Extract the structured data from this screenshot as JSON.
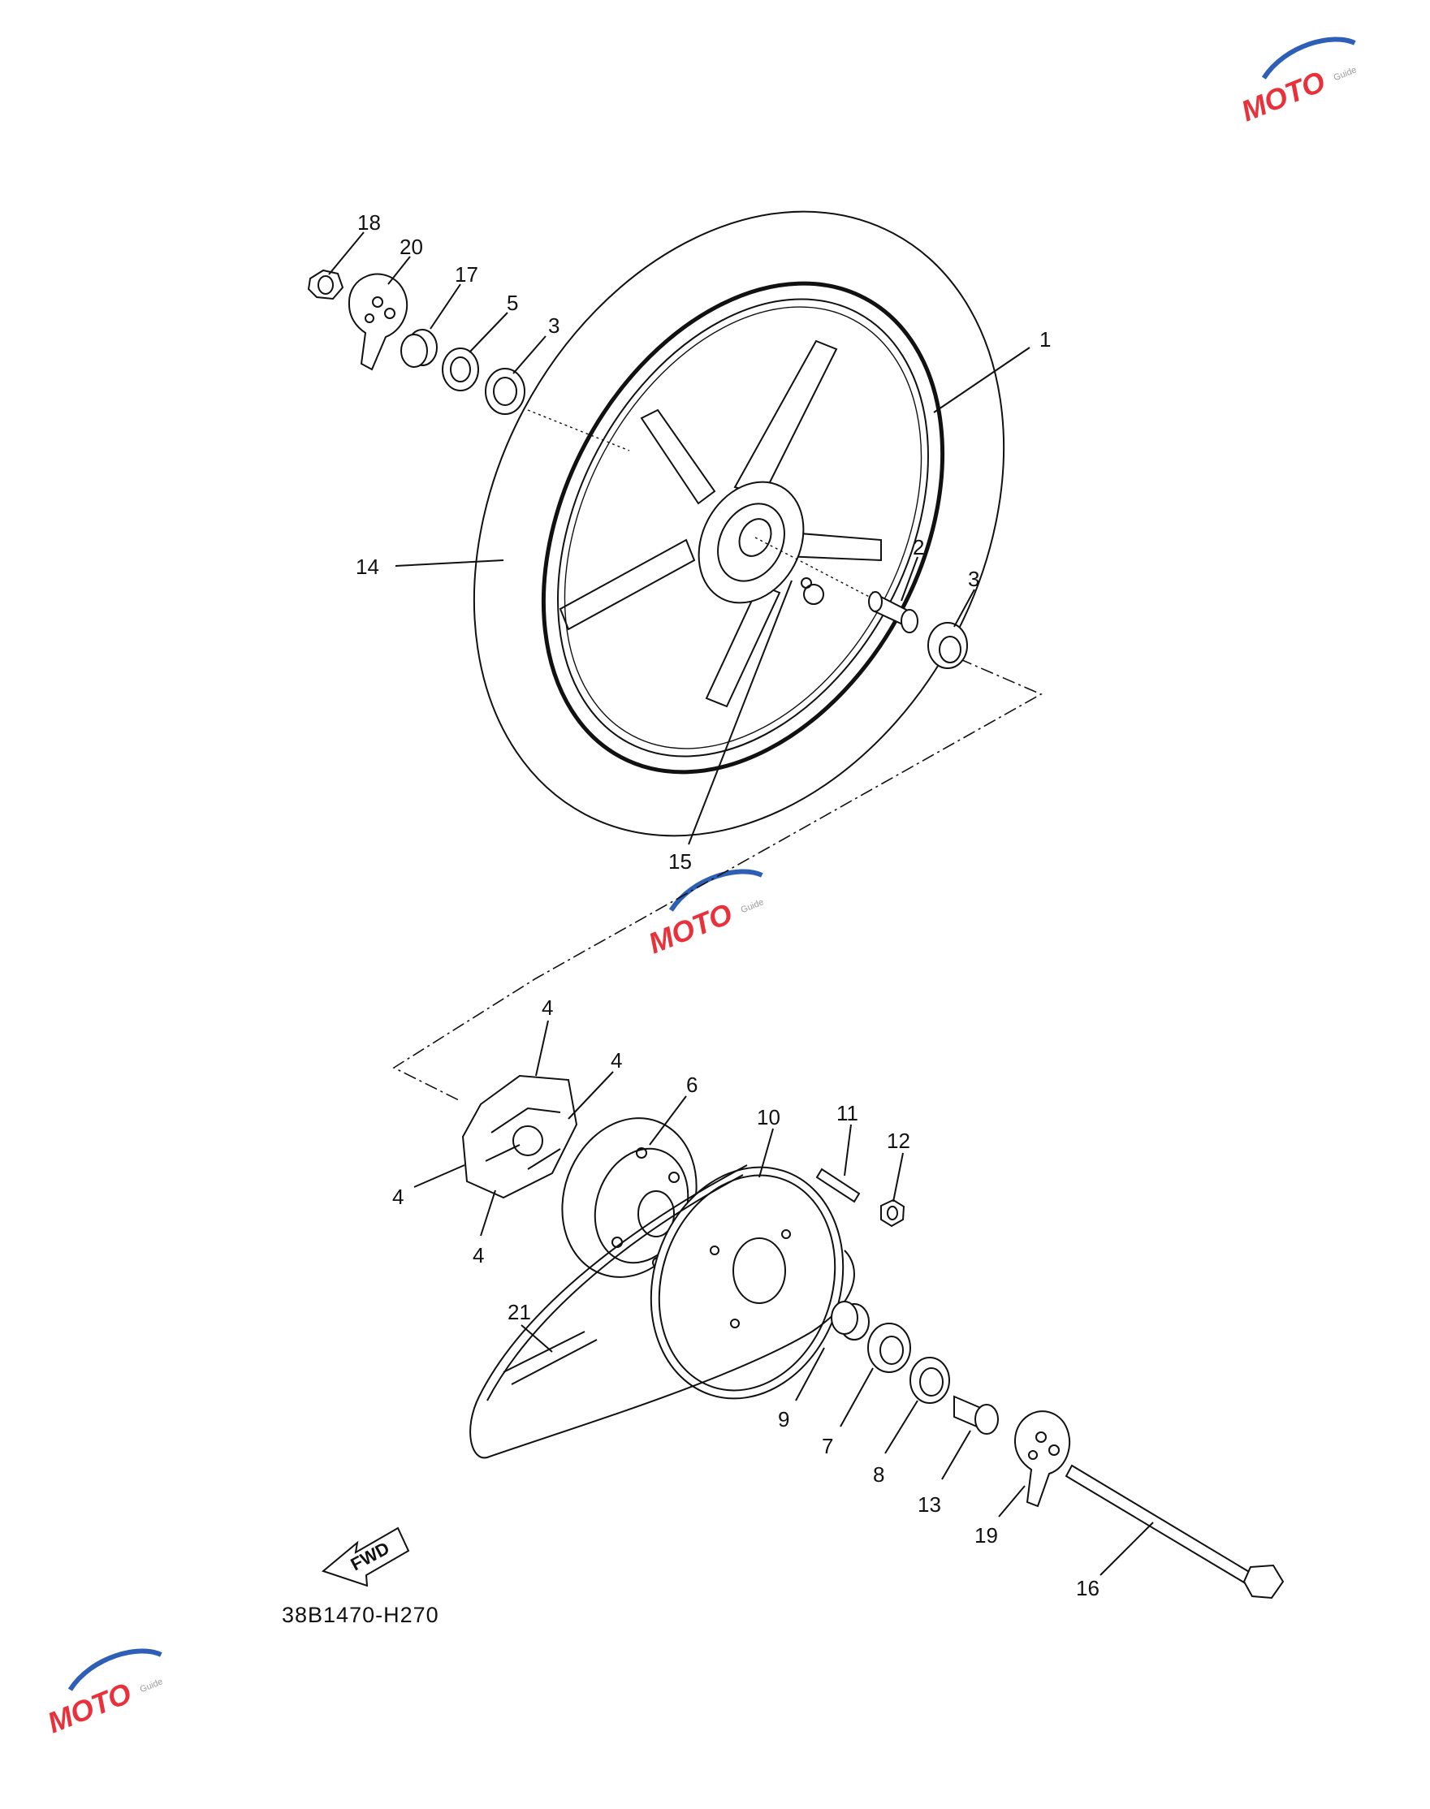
{
  "diagram": {
    "drawing_code": "38B1470-H270",
    "direction_label": "FWD",
    "watermark": {
      "text": "MOTO",
      "subtext": "Guide",
      "colors": {
        "red": "#e8313a",
        "gray": "#9a9a9a",
        "blue": "#2d5fb6"
      }
    },
    "callouts": [
      {
        "id": "c1",
        "number": "1"
      },
      {
        "id": "c2",
        "number": "2"
      },
      {
        "id": "c3a",
        "number": "3"
      },
      {
        "id": "c3b",
        "number": "3"
      },
      {
        "id": "c4a",
        "number": "4"
      },
      {
        "id": "c4b",
        "number": "4"
      },
      {
        "id": "c4c",
        "number": "4"
      },
      {
        "id": "c4d",
        "number": "4"
      },
      {
        "id": "c5",
        "number": "5"
      },
      {
        "id": "c6",
        "number": "6"
      },
      {
        "id": "c7",
        "number": "7"
      },
      {
        "id": "c8",
        "number": "8"
      },
      {
        "id": "c9",
        "number": "9"
      },
      {
        "id": "c10",
        "number": "10"
      },
      {
        "id": "c11",
        "number": "11"
      },
      {
        "id": "c12",
        "number": "12"
      },
      {
        "id": "c13",
        "number": "13"
      },
      {
        "id": "c14",
        "number": "14"
      },
      {
        "id": "c15",
        "number": "15"
      },
      {
        "id": "c16",
        "number": "16"
      },
      {
        "id": "c17",
        "number": "17"
      },
      {
        "id": "c18",
        "number": "18"
      },
      {
        "id": "c19",
        "number": "19"
      },
      {
        "id": "c20",
        "number": "20"
      },
      {
        "id": "c21",
        "number": "21"
      }
    ]
  }
}
